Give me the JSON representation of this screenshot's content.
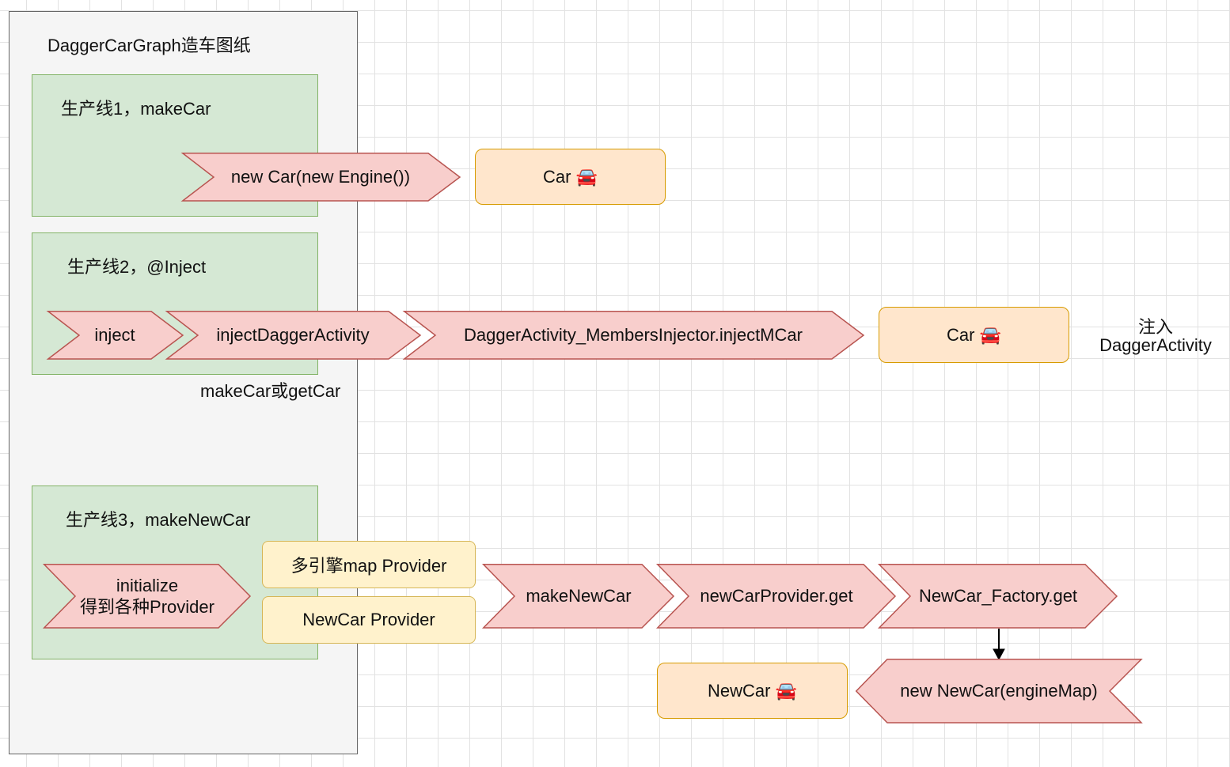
{
  "graph": {
    "title": "DaggerCarGraph造车图纸",
    "line1": {
      "label": "生产线1，makeCar",
      "step": "new Car(new Engine())",
      "result": "Car 🚘"
    },
    "line2": {
      "label": "生产线2，@Inject",
      "steps": [
        "inject",
        "injectDaggerActivity",
        "DaggerActivity_MembersInjector.injectMCar"
      ],
      "note": "makeCar或getCar",
      "result": "Car 🚘",
      "target_line1": "注入",
      "target_line2": "DaggerActivity"
    },
    "line3": {
      "label": "生产线3，makeNewCar",
      "init_line1": "initialize",
      "init_line2": "得到各种Provider",
      "providers": [
        "多引擎map Provider",
        "NewCar Provider"
      ],
      "steps": [
        "makeNewCar",
        "newCarProvider.get",
        "NewCar_Factory.get"
      ],
      "final_step": "new NewCar(engineMap)",
      "result": "NewCar 🚘"
    }
  },
  "colors": {
    "panel_fill": "#f5f5f5",
    "green_fill": "#d5e8d4",
    "green_stroke": "#82b366",
    "red_fill": "#f8cecc",
    "red_stroke": "#b85450",
    "orange_fill": "#ffe6cc",
    "orange_stroke": "#d79b00",
    "yellow_fill": "#fff2cc",
    "yellow_stroke": "#d6b656"
  }
}
